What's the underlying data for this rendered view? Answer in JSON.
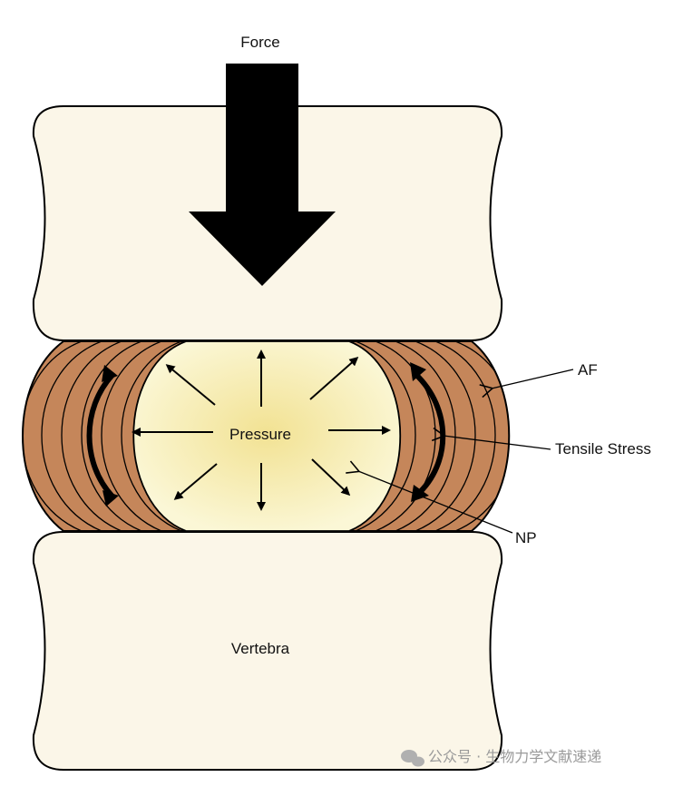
{
  "labels": {
    "force": "Force",
    "pressure": "Pressure",
    "af": "AF",
    "tensile_stress": "Tensile Stress",
    "np": "NP",
    "vertebra": "Vertebra"
  },
  "watermark": "公众号 · 生物力学文献速递",
  "colors": {
    "bone": "#fbf6e8",
    "annulus": "#c5865a",
    "nucleus_center": "#f2e293",
    "nucleus_edge": "#fbf7d6",
    "stroke": "#000000"
  }
}
